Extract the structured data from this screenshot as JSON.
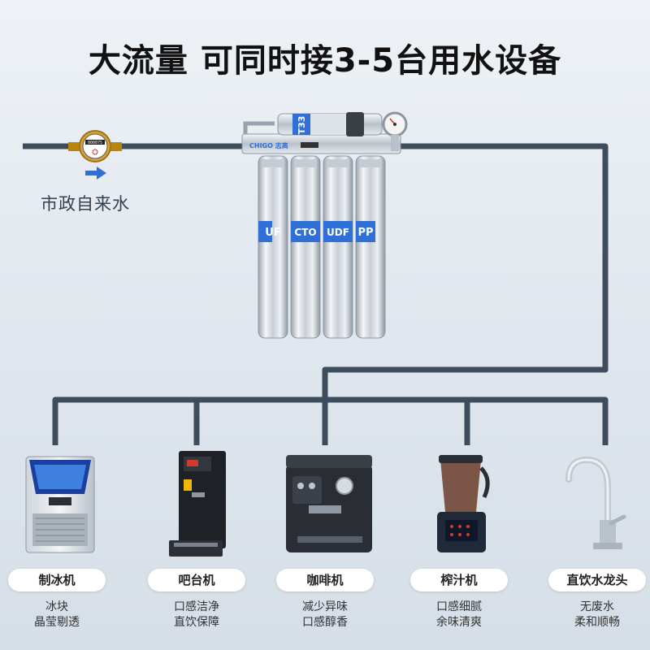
{
  "title": "大流量  可同时接3-5台用水设备",
  "source": {
    "label": "市政自来水",
    "meter_text": "000075"
  },
  "purifier": {
    "brand": "CHIGO 志高",
    "pre_filter_label": "T33",
    "filters": [
      {
        "label": "UF"
      },
      {
        "label": "CTO"
      },
      {
        "label": "UDF"
      },
      {
        "label": "PP"
      }
    ]
  },
  "appliances": [
    {
      "name": "制冰机",
      "desc": [
        "冰块",
        "晶莹剔透"
      ]
    },
    {
      "name": "吧台机",
      "desc": [
        "口感洁净",
        "直饮保障"
      ]
    },
    {
      "name": "咖啡机",
      "desc": [
        "减少异味",
        "口感醇香"
      ]
    },
    {
      "name": "榨汁机",
      "desc": [
        "口感细腻",
        "余味清爽"
      ]
    },
    {
      "name": "直饮水龙头",
      "desc": [
        "无废水",
        "柔和顺畅"
      ]
    }
  ],
  "colors": {
    "pipe": "#3e4d5e",
    "accent": "#2f6fd6",
    "arrow": "#2f6fd6"
  }
}
